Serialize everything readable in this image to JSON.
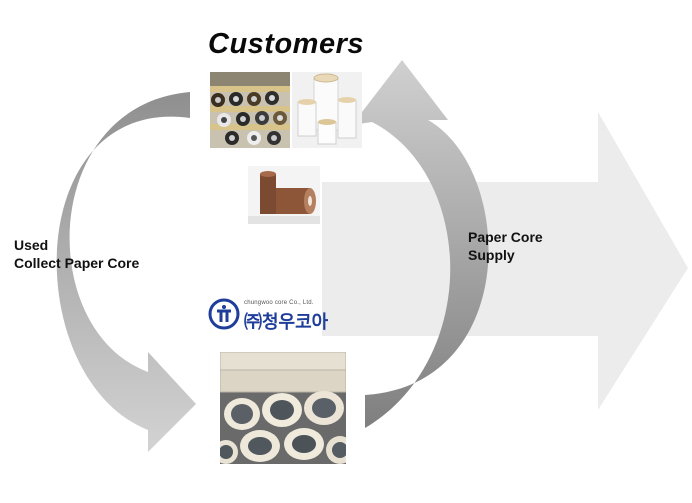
{
  "customers_title": "Customers",
  "left_label": {
    "line1": "Used",
    "line2": "Collect Paper Core"
  },
  "right_label": {
    "line1": "Paper Core",
    "line2": "Supply"
  },
  "company": {
    "name_en": "chungwoo core Co., Ltd.",
    "name_ko": "㈜청우코아",
    "logo_color": "#1f3d9a"
  },
  "images": [
    {
      "name": "ribbon-rolls-on-spindles-photo"
    },
    {
      "name": "white-paper-cores-photo"
    },
    {
      "name": "copper-film-roll-photo"
    },
    {
      "name": "stacked-paper-cores-photo"
    }
  ],
  "colors": {
    "big_arrow": "#ececec",
    "cycle_arrow_light": "#c4c4c4",
    "cycle_arrow_dark": "#8a8a8a"
  }
}
